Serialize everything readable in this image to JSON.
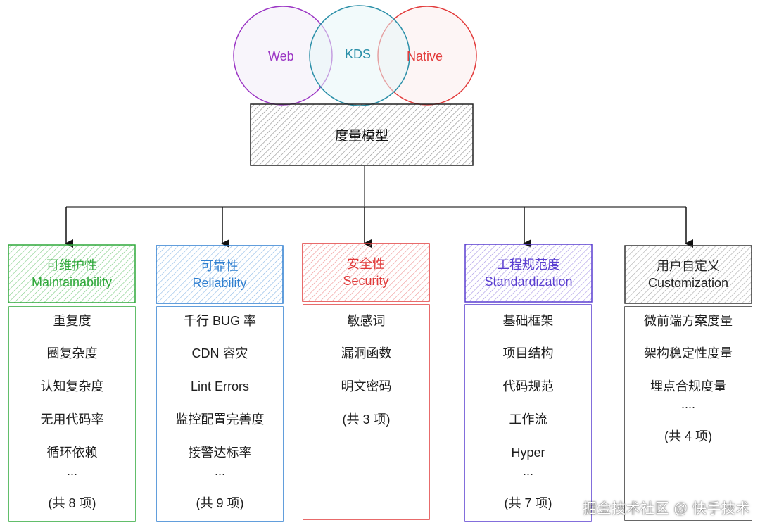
{
  "venn": {
    "left": {
      "label": "Web",
      "color": "#9b35c4"
    },
    "middle": {
      "label": "KDS",
      "color": "#2a8fa8"
    },
    "right": {
      "label": "Native",
      "color": "#e23a3a"
    }
  },
  "core": {
    "label": "度量模型"
  },
  "categories": [
    {
      "title_cn": "可维护性",
      "title_en": "Maintainability",
      "color": "#2fa83a",
      "items": [
        "重复度",
        "圈复杂度",
        "认知复杂度",
        "无用代码率",
        "循环依赖",
        "...",
        "(共 8 项)"
      ]
    },
    {
      "title_cn": "可靠性",
      "title_en": "Reliability",
      "color": "#2f7fd0",
      "items": [
        "千行 BUG 率",
        "CDN 容灾",
        "Lint Errors",
        "监控配置完善度",
        "接警达标率",
        "...",
        "(共 9 项)"
      ]
    },
    {
      "title_cn": "安全性",
      "title_en": "Security",
      "color": "#e03a3a",
      "items": [
        "敏感词",
        "漏洞函数",
        "明文密码",
        "(共 3 项)"
      ]
    },
    {
      "title_cn": "工程规范度",
      "title_en": "Standardization",
      "color": "#5a3ed0",
      "items": [
        "基础框架",
        "项目结构",
        "代码规范",
        "工作流",
        "Hyper",
        "...",
        "(共 7 项)"
      ]
    },
    {
      "title_cn": "用户自定义",
      "title_en": "Customization",
      "color": "#555555",
      "items": [
        "微前端方案度量",
        "架构稳定性度量",
        "埋点合规度量",
        "....",
        "(共 4 项)"
      ]
    }
  ],
  "watermark": "掘金技术社区 @ 快手技术"
}
